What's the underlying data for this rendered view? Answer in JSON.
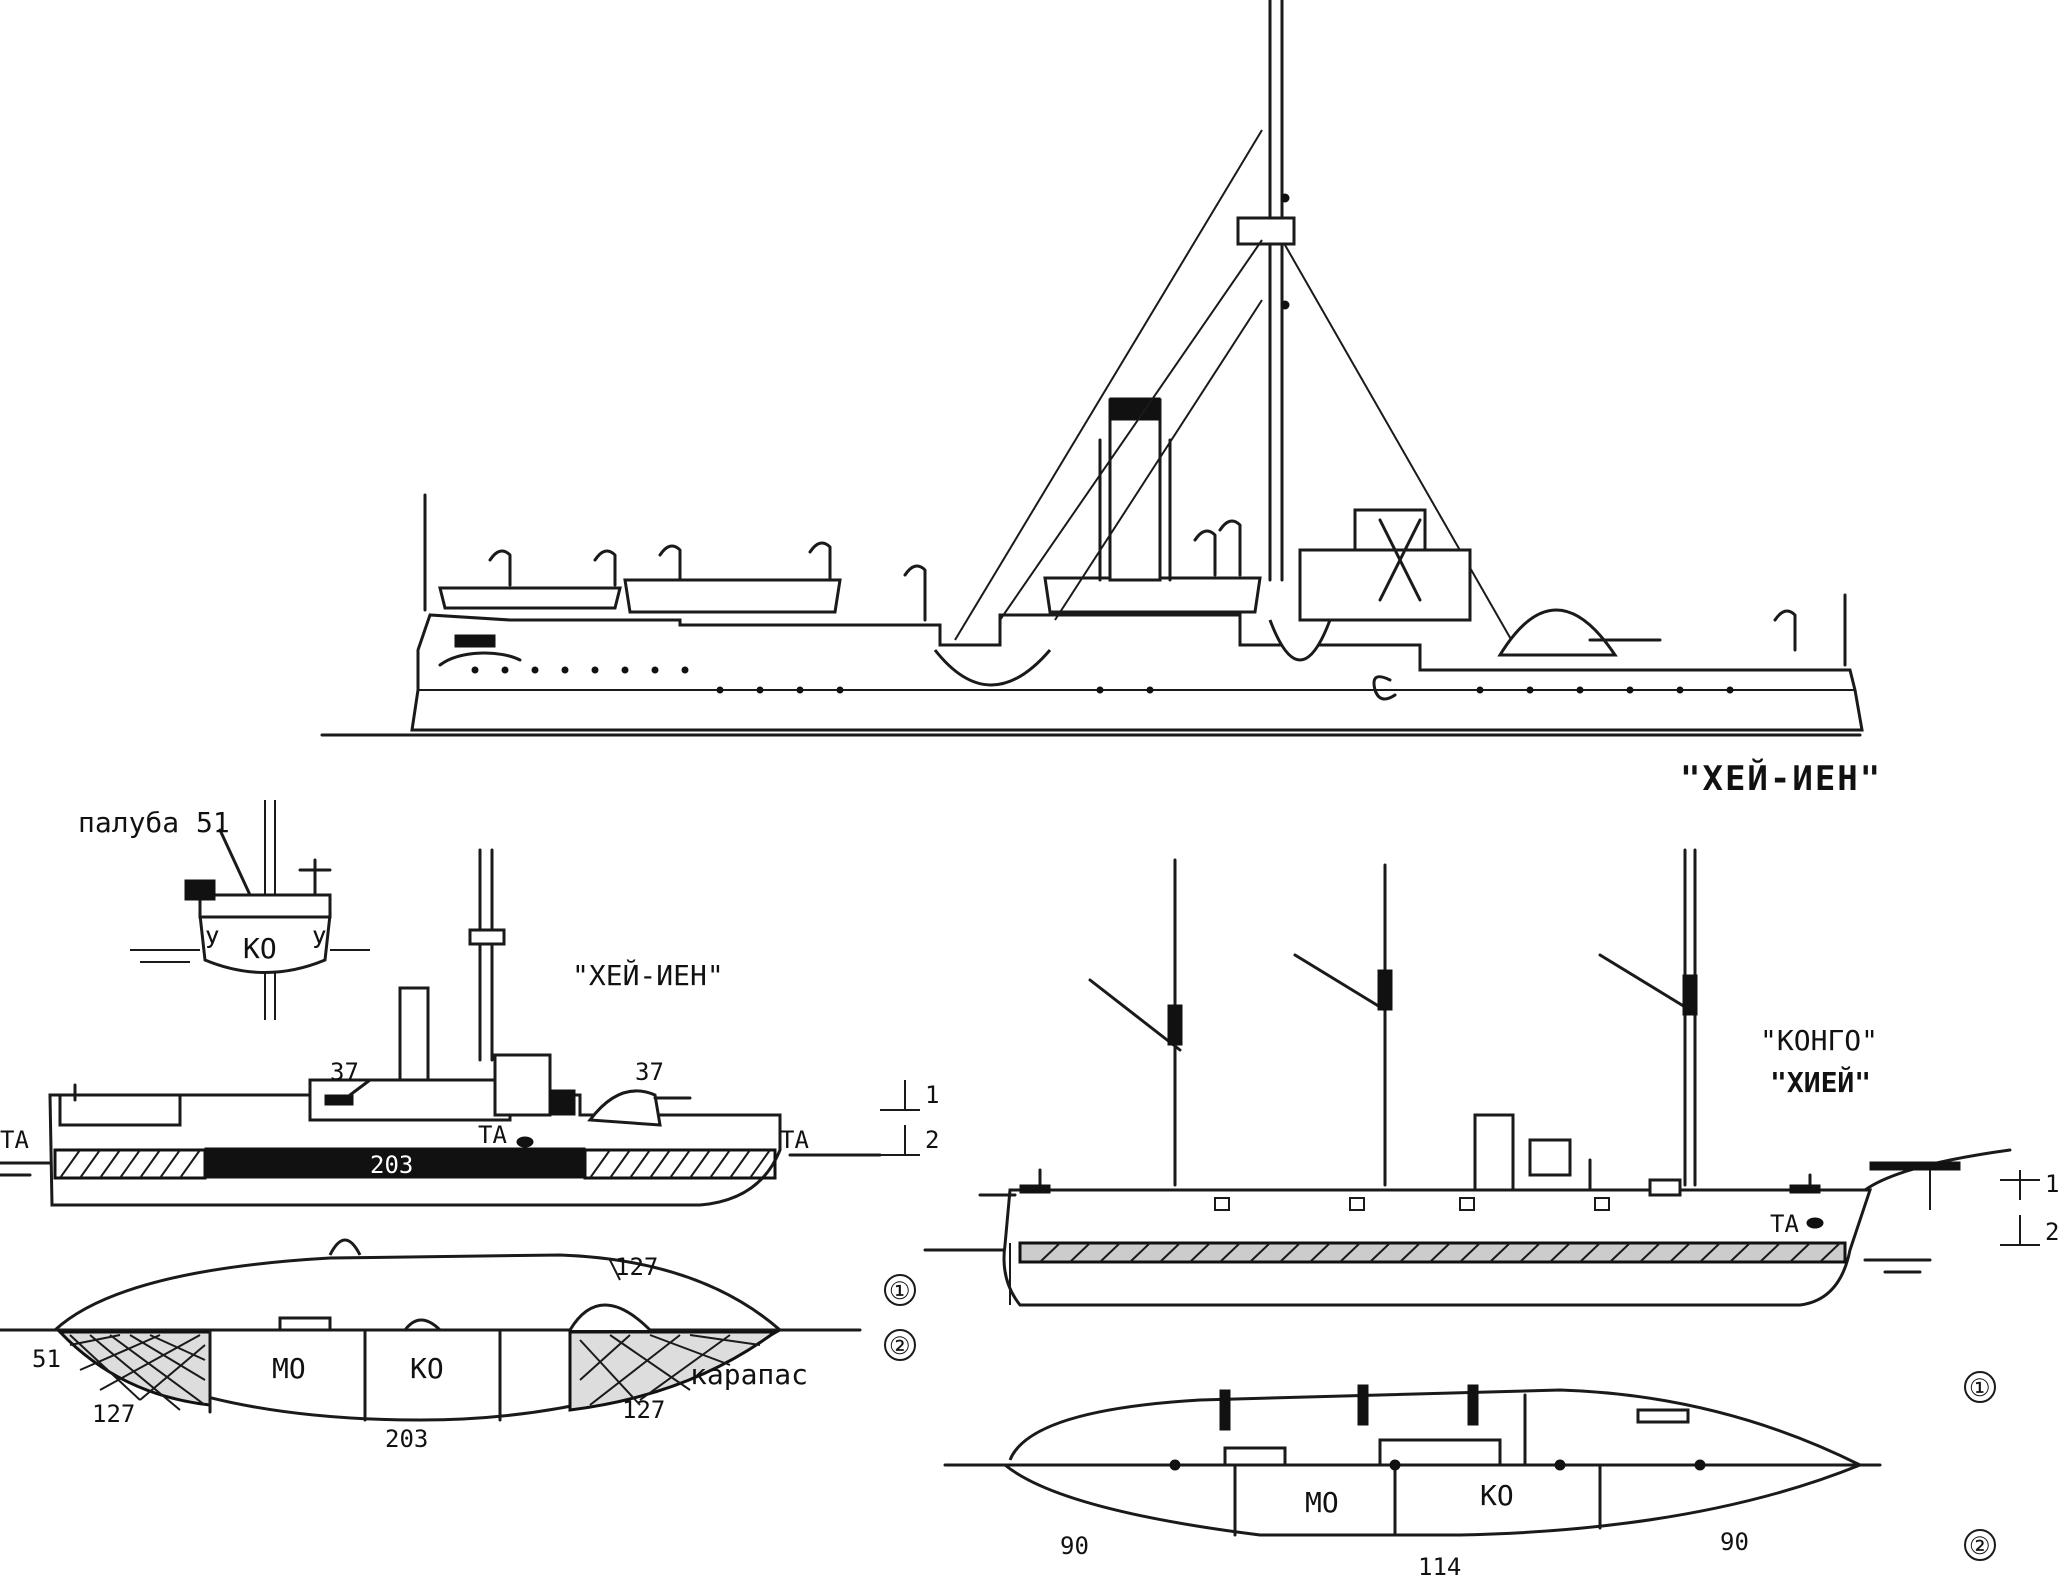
{
  "titles": {
    "top_ship": "\"ХЕЙ-ИЕН\"",
    "mid_ship": "\"ХЕЙ-ИЕН\"",
    "right_ship_line1": "\"КОНГО\"",
    "right_ship_line2": "\"ХИЕЙ\""
  },
  "hei_ien_section": {
    "deck_label": "палуба 51",
    "compartment": "КО",
    "side_label": "У"
  },
  "hei_ien_profile": {
    "gun_left": "37",
    "gun_right": "37",
    "belt": "203",
    "ta_bow": "ТА",
    "ta_mid": "ТА",
    "ta_stern": "ТА",
    "level_1": "1",
    "level_2": "2"
  },
  "hei_ien_plan": {
    "barbette": "127",
    "room_mo": "МО",
    "room_ko": "КО",
    "deck_51": "51",
    "end_127_left": "127",
    "end_127_right": "127",
    "belt_203": "203",
    "carapace": "карапас",
    "marker_1": "①",
    "marker_2": "②"
  },
  "kongo_profile": {
    "ta": "ТА",
    "level_1": "1",
    "level_2": "2"
  },
  "kongo_plan": {
    "room_mo": "МО",
    "room_ko": "КО",
    "end_90_left": "90",
    "mid_114": "114",
    "end_90_right": "90",
    "marker_1": "①",
    "marker_2": "②"
  }
}
